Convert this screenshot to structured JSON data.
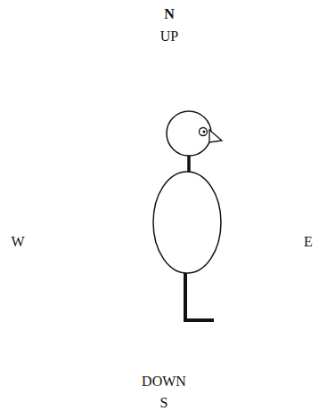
{
  "diagram": {
    "labels": [
      "N",
      "UP",
      "W",
      "E",
      "DOWN",
      "S"
    ]
  }
}
